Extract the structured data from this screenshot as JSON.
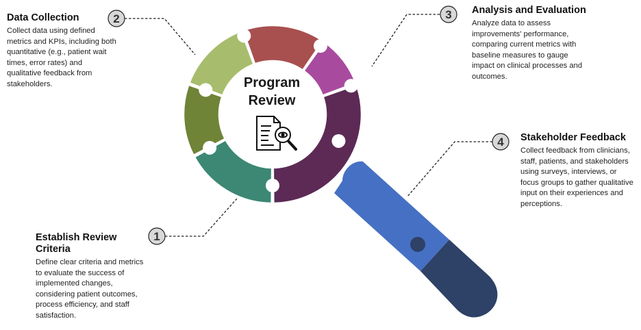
{
  "center": {
    "line1": "Program",
    "line2": "Review"
  },
  "steps": [
    {
      "number": "1",
      "title": "Establish Review Criteria",
      "description": "Define clear criteria and metrics to evaluate the success of implemented changes, considering patient outcomes, process efficiency, and staff satisfaction."
    },
    {
      "number": "2",
      "title": "Data Collection",
      "description": "Collect data using defined metrics and KPIs, including both quantitative (e.g., patient wait times, error rates) and qualitative feedback from stakeholders."
    },
    {
      "number": "3",
      "title": "Analysis and Evaluation",
      "description": "Analyze data to assess improvements' performance, comparing current metrics with baseline measures to gauge impact on clinical processes and outcomes."
    },
    {
      "number": "4",
      "title": "Stakeholder Feedback",
      "description": "Collect feedback from clinicians, staff, patients, and stakeholders using surveys, interviews, or focus groups to gather qualitative input on their experiences and perceptions."
    }
  ],
  "colors": {
    "segment_dark_teal": "#3c8874",
    "segment_olive": "#6f8437",
    "segment_light_green": "#a7bd6d",
    "segment_brick_red": "#a8504f",
    "segment_magenta": "#a84b9f",
    "segment_plum": "#5c2a55",
    "handle_blue": "#4670c4",
    "handle_navy": "#2e4166",
    "badge_fill": "#d8d8d8"
  },
  "icons": {
    "center": "document-magnifier-icon"
  }
}
